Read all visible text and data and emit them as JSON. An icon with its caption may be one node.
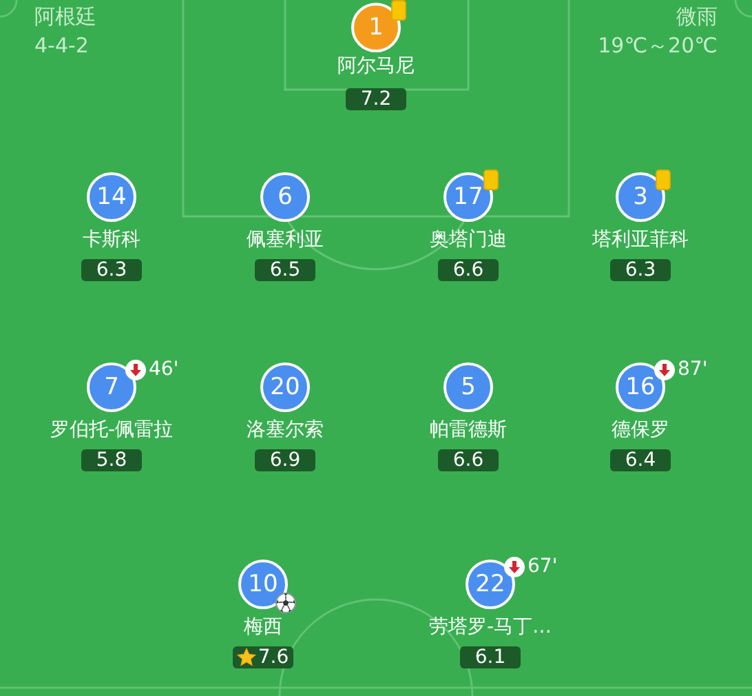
{
  "diagram": {
    "nodes": [
      {
        "text": [
          "1"
        ],
        "beside": [
          "阿尔马尼"
        ]
      },
      {
        "text": [
          "7.2"
        ]
      },
      {
        "text": [
          "14"
        ],
        "beside": [
          "卡斯科"
        ]
      },
      {
        "text": [
          "6.3"
        ]
      },
      {
        "text": [
          "6"
        ],
        "beside": [
          "佩塞利亚"
        ]
      },
      {
        "text": [
          "6.5"
        ]
      },
      {
        "text": [
          "17"
        ],
        "beside": [
          "奥塔门迪"
        ]
      },
      {
        "text": [
          "6.6"
        ]
      },
      {
        "text": [
          "3"
        ],
        "beside": [
          "塔利亚菲科"
        ]
      },
      {
        "text": [
          "6.3"
        ]
      },
      {
        "text": [
          "7"
        ],
        "beside": [
          "罗伯托-佩雷拉",
          "46'"
        ]
      },
      {
        "text": [
          "5.8"
        ]
      },
      {
        "text": [
          "20"
        ],
        "beside": [
          "洛塞尔索"
        ]
      },
      {
        "text": [
          "6.9"
        ]
      },
      {
        "text": [
          "5"
        ],
        "beside": [
          "帕雷德斯"
        ]
      },
      {
        "text": [
          "6.6"
        ]
      },
      {
        "text": [
          "16"
        ],
        "beside": [
          "德保罗",
          "87'"
        ]
      },
      {
        "text": [
          "6.4"
        ]
      },
      {
        "text": [
          "10"
        ],
        "beside": [
          "梅西"
        ]
      },
      {
        "text": [
          "7.6"
        ]
      },
      {
        "text": [
          "22"
        ],
        "beside": [
          "劳塔罗-马丁…",
          "67'"
        ]
      },
      {
        "text": [
          "6.1"
        ]
      }
    ],
    "labels": [
      "阿根廷",
      "4-4-2",
      "微雨",
      "19℃～20℃"
    ]
  }
}
